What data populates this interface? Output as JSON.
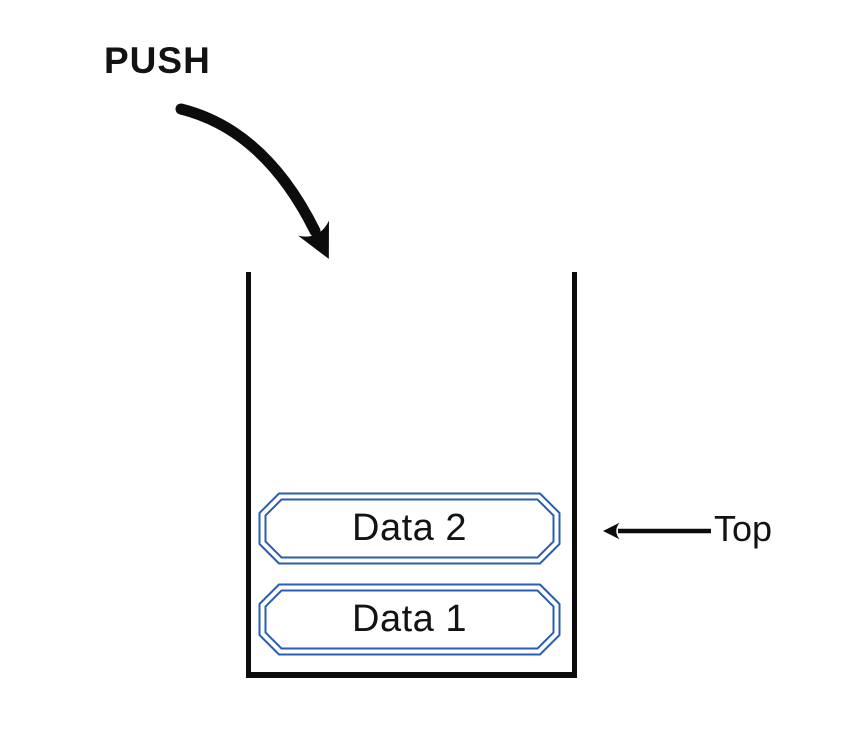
{
  "diagram": {
    "type": "stack-data-structure",
    "push_label": "PUSH",
    "top_label": "Top",
    "top_pointer_target": "Data 2",
    "stack_items": [
      {
        "label": "Data 2"
      },
      {
        "label": "Data 1"
      }
    ],
    "icons": {
      "push_arrow": "curved-arrow-down-right",
      "top_arrow": "arrow-left"
    },
    "colors": {
      "ink": "#0c0c0c",
      "text": "#131313",
      "item_border": "#2a5db5",
      "background": "#ffffff"
    }
  }
}
